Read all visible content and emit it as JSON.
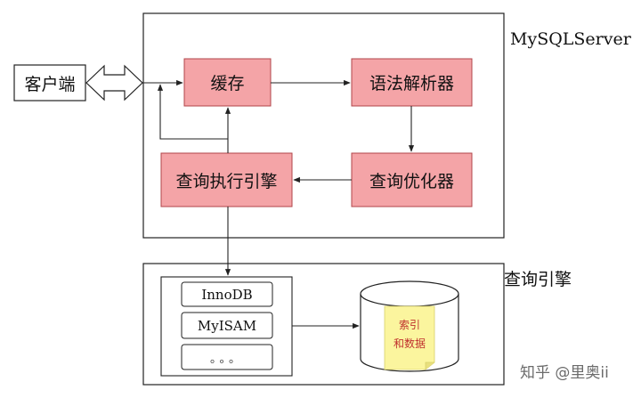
{
  "client": {
    "label": "客户端"
  },
  "server": {
    "title": "MySQLServer",
    "cache": "缓存",
    "parser": "语法解析器",
    "optimizer": "查询优化器",
    "executor": "查询执行引擎"
  },
  "engine": {
    "title": "查询引擎",
    "items": [
      "InnoDB",
      "MyISAM",
      "。。。"
    ],
    "storage_label_line1": "索引",
    "storage_label_line2": "和数据"
  },
  "watermark": "知乎 @里奥ii",
  "colors": {
    "node_fill": "#f4a4a7",
    "node_stroke": "#b0454a",
    "note_fill": "#fbf59e",
    "note_text": "#c0312e"
  }
}
